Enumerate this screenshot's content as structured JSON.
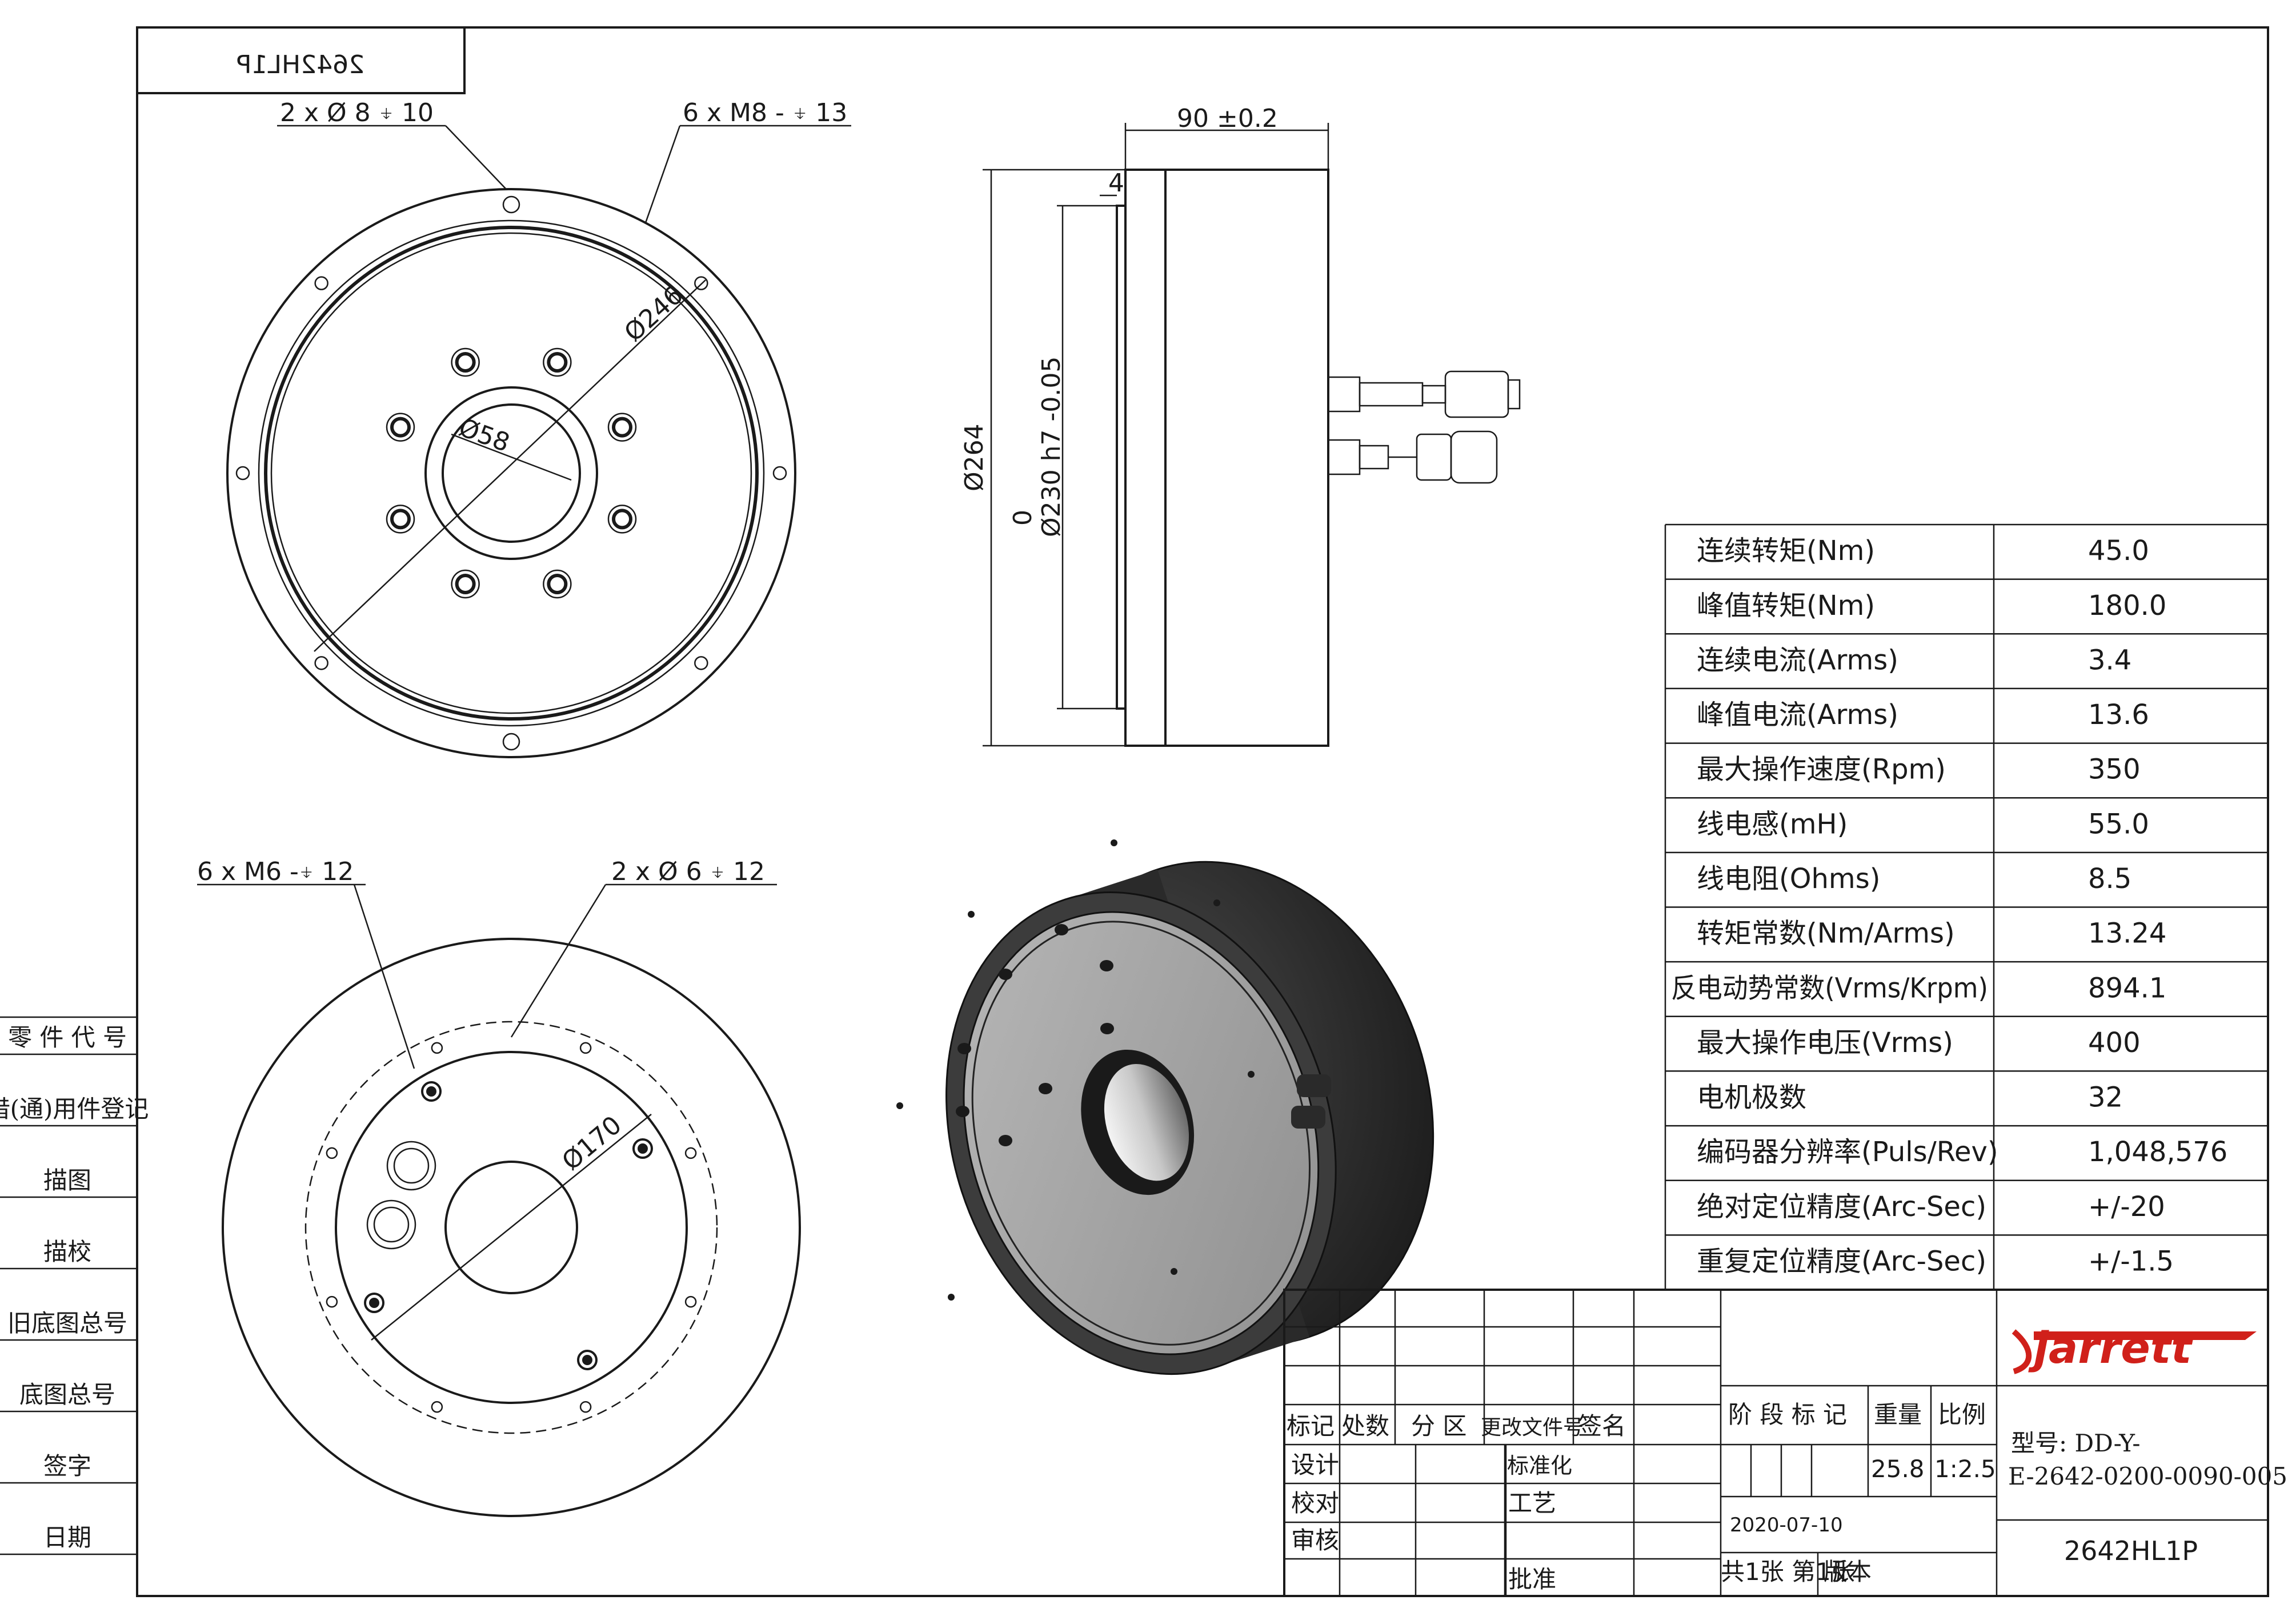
{
  "title_box": {
    "mirrored_code": "2642HL1P"
  },
  "callouts": {
    "top_holes_a": "2 x Ø 8 ⍖ 10",
    "top_holes_b": "6 x  M8 - ⍖ 13",
    "bottom_holes_a": "6 x  M6 -⍖ 12",
    "bottom_holes_b": "2 x Ø 6 ⍖ 12"
  },
  "dimensions": {
    "d246": "Ø246",
    "d58": "Ø58",
    "d170": "Ø170",
    "length": "90 ±0.2",
    "step": "4",
    "d264": "Ø264",
    "d230": "Ø230 h7 -0.05",
    "d230_upper": "0"
  },
  "specs": [
    {
      "label": "连续转矩(Nm)",
      "value": "45.0"
    },
    {
      "label": "峰值转矩(Nm)",
      "value": "180.0"
    },
    {
      "label": "连续电流(Arms)",
      "value": "3.4"
    },
    {
      "label": "峰值电流(Arms)",
      "value": "13.6"
    },
    {
      "label": "最大操作速度(Rpm)",
      "value": "350"
    },
    {
      "label": "线电感(mH)",
      "value": "55.0"
    },
    {
      "label": "线电阻(Ohms)",
      "value": "8.5"
    },
    {
      "label": "转矩常数(Nm/Arms)",
      "value": "13.24"
    },
    {
      "label": "反电动势常数(Vrms/Krpm)",
      "value": "894.1"
    },
    {
      "label": "最大操作电压(Vrms)",
      "value": "400"
    },
    {
      "label": "电机极数",
      "value": "32"
    },
    {
      "label": "编码器分辨率(Puls/Rev)",
      "value": "1,048,576"
    },
    {
      "label": "绝对定位精度(Arc-Sec)",
      "value": "+/-20"
    },
    {
      "label": "重复定位精度(Arc-Sec)",
      "value": "+/-1.5"
    }
  ],
  "side_labels": [
    "零 件 代 号",
    "借(通)用件登记",
    "描图",
    "描校",
    "旧底图总号",
    "底图总号",
    "签字",
    "日期"
  ],
  "title_block": {
    "rev_headers": [
      "标记",
      "处数",
      "分 区",
      "更改文件号",
      "签名"
    ],
    "sign_rows": [
      "设计",
      "校对",
      "审核"
    ],
    "std": "标准化",
    "process": "工艺",
    "approve": "批准",
    "stage_mark": "阶 段 标 记",
    "weight_label": "重量",
    "scale_label": "比例",
    "weight": "25.8",
    "scale": "1:2.5",
    "date": "2020-07-10",
    "sheets": "共1张  第1张",
    "version": "版本",
    "logo": "jarrett",
    "model_label": "型号: DD-Y-",
    "model_code": "E-2642-0200-0090-005",
    "part": "2642HL1P"
  },
  "colors": {
    "line": "#1a1a1a",
    "face_gray": "#a8a8a8",
    "body_dark": "#2a2a2a",
    "logo_red": "#d0201a"
  }
}
